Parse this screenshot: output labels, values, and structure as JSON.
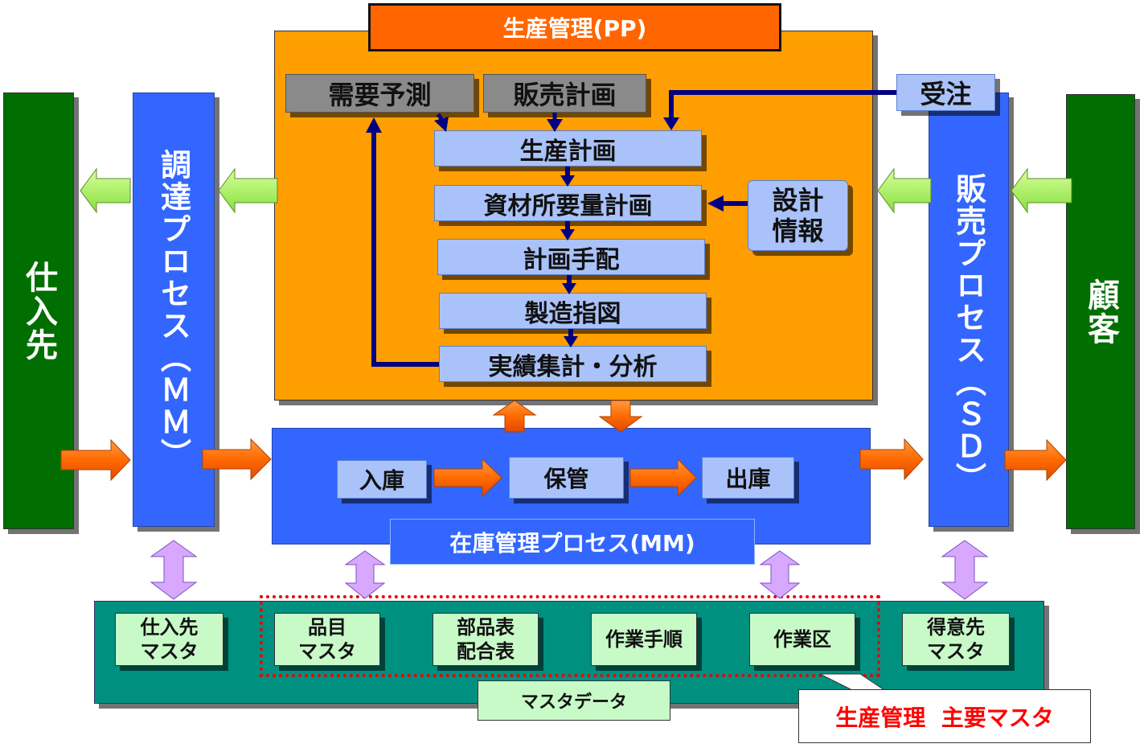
{
  "pp": {
    "title": "生産管理(PP)"
  },
  "pp_boxes": {
    "demand_forecast": "需要予測",
    "sales_plan": "販売計画",
    "production_plan": "生産計画",
    "mrp": "資材所要量計画",
    "plan_arrangement": "計画手配",
    "manufacturing_order": "製造指図",
    "results_analysis": "実績集計・分析",
    "design_info": "設計\n情報",
    "order_received": "受注"
  },
  "side": {
    "supplier": "仕入先",
    "procurement": "調達プロセス（ＭＭ）",
    "sales_process": "販売プロセス（ＳＤ）",
    "customer": "顧客"
  },
  "inventory": {
    "title": "在庫管理プロセス(MM)",
    "receiving": "入庫",
    "storage": "保管",
    "shipping": "出庫"
  },
  "master": {
    "title": "マスタデータ",
    "supplier_master": "仕入先\nマスタ",
    "item_master": "品目\nマスタ",
    "bom": "部品表\n配合表",
    "routing": "作業手順",
    "work_center": "作業区",
    "customer_master": "得意先\nマスタ"
  },
  "callout": {
    "label": "生産管理  主要マスタ"
  },
  "colors": {
    "orange_panel": "#ff9e00",
    "pp_title": "#ff6600",
    "blue_process": "#3366ff",
    "green_side": "#006e00",
    "teal_master": "#009080",
    "light_blue_box": "#a9c2f9",
    "light_green": "#c8fac8",
    "callout_text": "#ff0000",
    "flow_line": "#000080"
  }
}
